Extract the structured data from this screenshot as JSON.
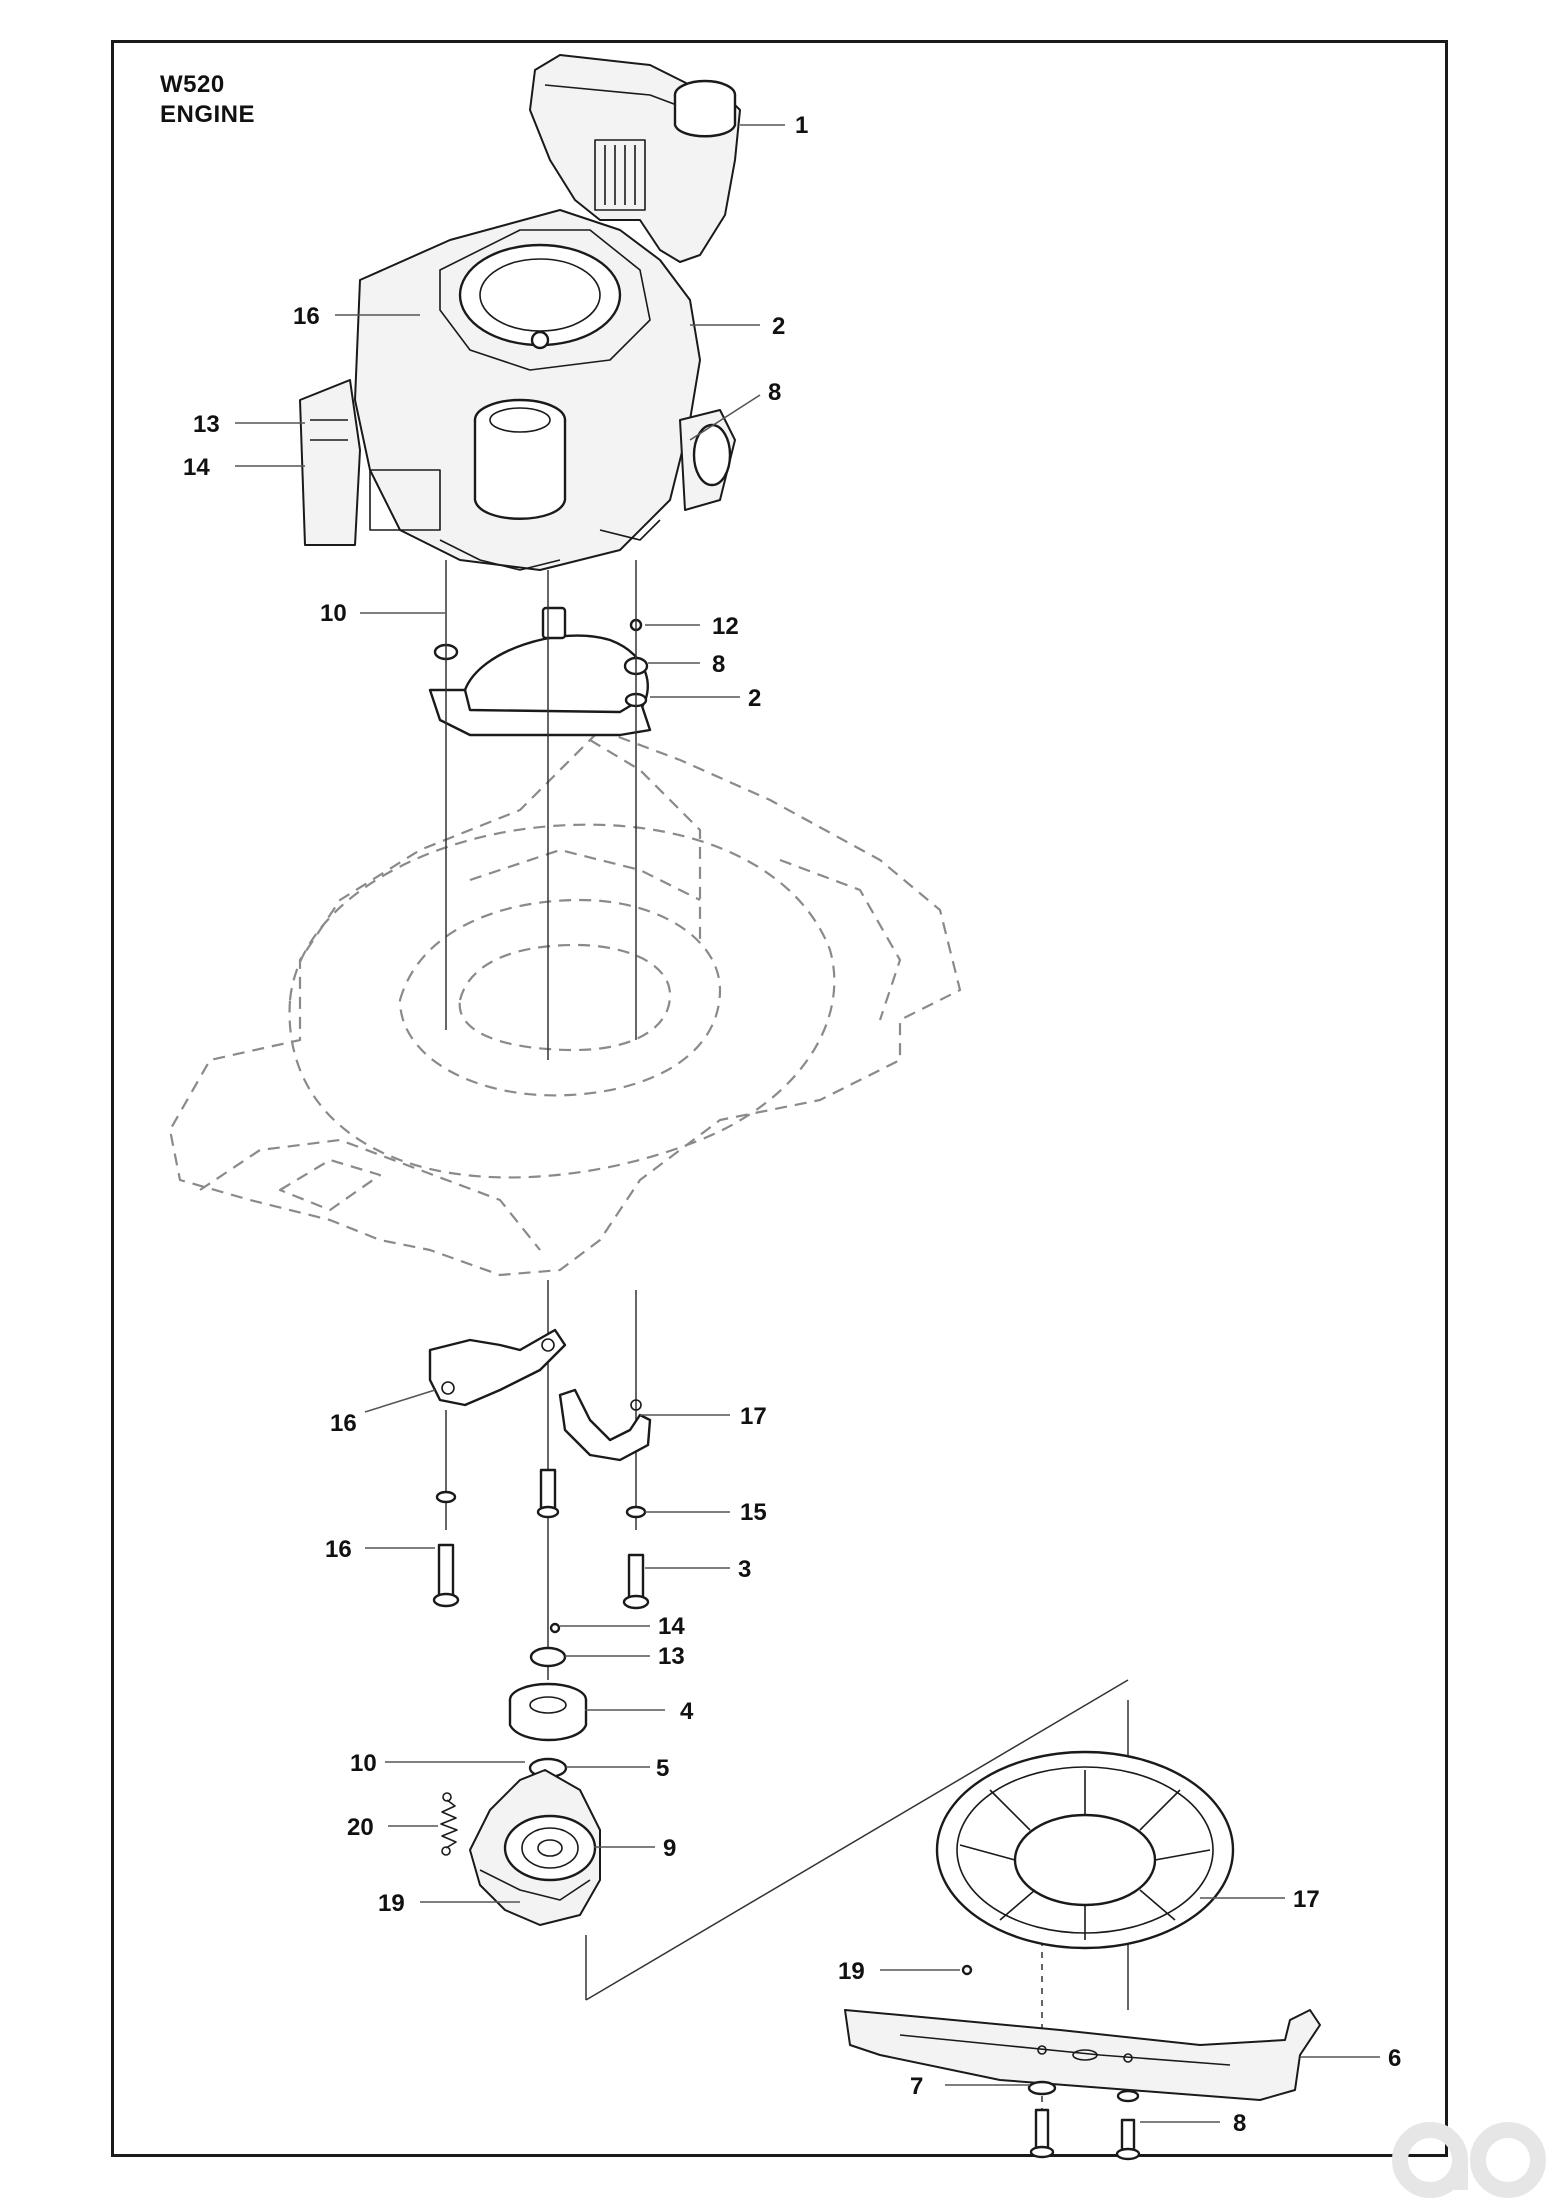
{
  "title": {
    "model": "W520",
    "section": "ENGINE"
  },
  "callouts": [
    {
      "id": "c-1",
      "label": "1"
    },
    {
      "id": "c-2a",
      "label": "2"
    },
    {
      "id": "c-16a",
      "label": "16"
    },
    {
      "id": "c-8a",
      "label": "8"
    },
    {
      "id": "c-13a",
      "label": "13"
    },
    {
      "id": "c-14a",
      "label": "14"
    },
    {
      "id": "c-10a",
      "label": "10"
    },
    {
      "id": "c-12",
      "label": "12"
    },
    {
      "id": "c-8b",
      "label": "8"
    },
    {
      "id": "c-2b",
      "label": "2"
    },
    {
      "id": "c-16b",
      "label": "16"
    },
    {
      "id": "c-17a",
      "label": "17"
    },
    {
      "id": "c-15",
      "label": "15"
    },
    {
      "id": "c-16c",
      "label": "16"
    },
    {
      "id": "c-3",
      "label": "3"
    },
    {
      "id": "c-14b",
      "label": "14"
    },
    {
      "id": "c-13b",
      "label": "13"
    },
    {
      "id": "c-4",
      "label": "4"
    },
    {
      "id": "c-10b",
      "label": "10"
    },
    {
      "id": "c-5",
      "label": "5"
    },
    {
      "id": "c-20",
      "label": "20"
    },
    {
      "id": "c-9",
      "label": "9"
    },
    {
      "id": "c-19a",
      "label": "19"
    },
    {
      "id": "c-17b",
      "label": "17"
    },
    {
      "id": "c-19b",
      "label": "19"
    },
    {
      "id": "c-6",
      "label": "6"
    },
    {
      "id": "c-7",
      "label": "7"
    },
    {
      "id": "c-8c",
      "label": "8"
    }
  ],
  "watermark": {
    "icon": "logo-mark-icon",
    "color": "#e6e6e6"
  }
}
